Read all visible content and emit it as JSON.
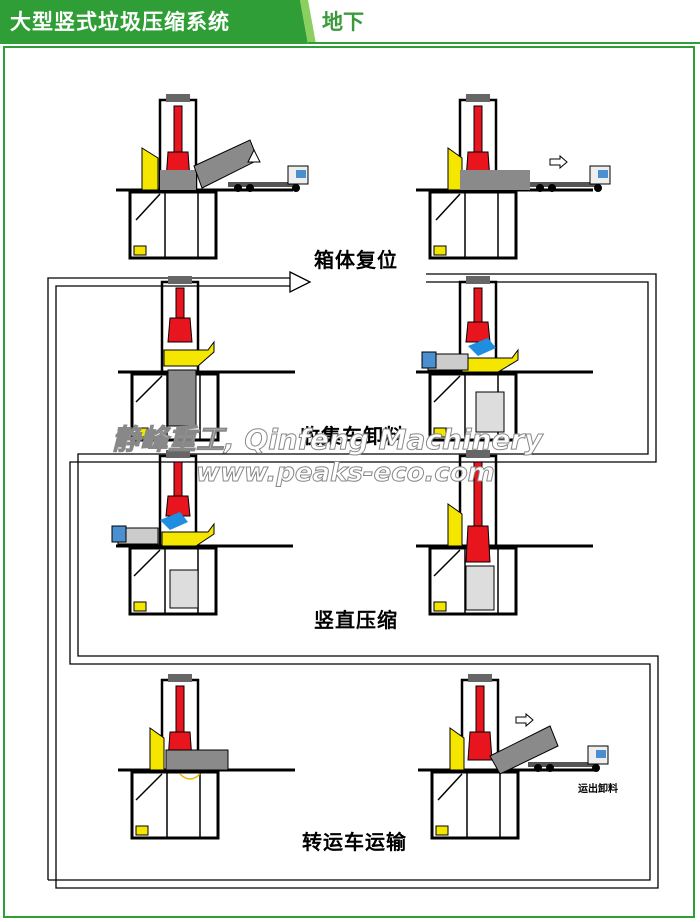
{
  "header": {
    "title": "大型竖式垃圾压缩系统",
    "subtitle": "地下",
    "colors": {
      "green": "#2f9e36",
      "dark_green": "#1f7d28"
    }
  },
  "steps": {
    "reset": "箱体复位",
    "unload": "收集车卸料",
    "compress": "竖直压缩",
    "transport": "转运车运输",
    "unload_out": "运出卸料"
  },
  "watermark": {
    "brand": "静峰重工, Qinfeng Machinery",
    "url": "www.peaks-eco.com"
  },
  "colors": {
    "yellow": "#f5e600",
    "red": "#e8141e",
    "grey": "#8a8a8a",
    "blue": "#1e8ee0",
    "truck_blue": "#4a90d0"
  }
}
